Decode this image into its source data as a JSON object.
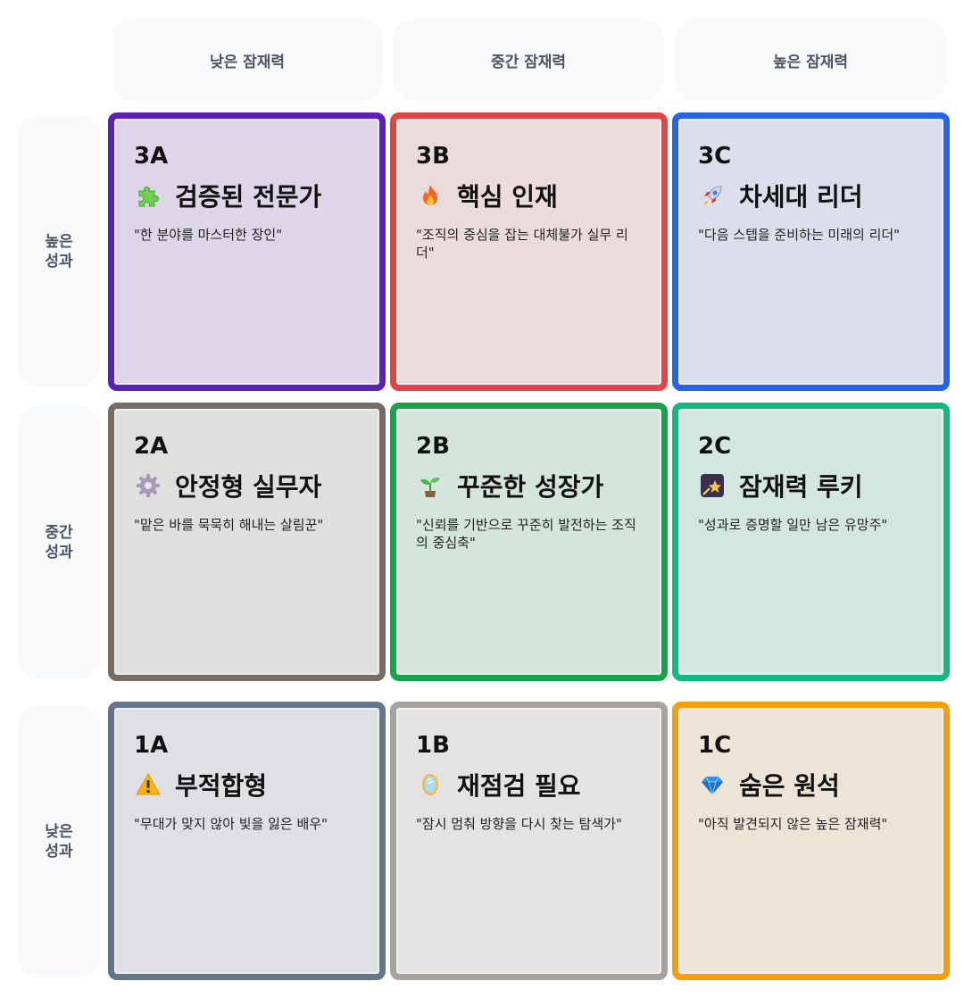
{
  "columns": [
    "낮은 잠재력",
    "중간 잠재력",
    "높은 잠재력"
  ],
  "rows": [
    {
      "label": "높은 성과"
    },
    {
      "label": "중간 성과"
    },
    {
      "label": "낮은 성과"
    }
  ],
  "cells": [
    {
      "code": "3A",
      "emoji": "puzzle-icon",
      "title": "검증된 전문가",
      "desc": "\"한 분야를 마스터한 장인\"",
      "border": "#5b21b6",
      "bg": "#ddd6e9"
    },
    {
      "code": "3B",
      "emoji": "fire-icon",
      "title": "핵심 인재",
      "desc": "\"조직의 중심을 잡는 대체불가 실무 리더\"",
      "border": "#e04444",
      "bg": "#ebdbdb"
    },
    {
      "code": "3C",
      "emoji": "rocket-icon",
      "title": "차세대 리더",
      "desc": "\"다음 스텝을 준비하는 미래의 리더\"",
      "border": "#2563eb",
      "bg": "#dadfeb"
    },
    {
      "code": "2A",
      "emoji": "gear-icon",
      "title": "안정형 실무자",
      "desc": "\"맡은 바를 묵묵히 해내는 살림꾼\"",
      "border": "#756d66",
      "bg": "#dfdfdd"
    },
    {
      "code": "2B",
      "emoji": "seedling-icon",
      "title": "꾸준한 성장가",
      "desc": "\"신뢰를 기반으로 꾸준히 발전하는 조직의 중심축\"",
      "border": "#16a34a",
      "bg": "#d4e5dc"
    },
    {
      "code": "2C",
      "emoji": "shooting-star-icon",
      "title": "잠재력 루키",
      "desc": "\"성과로 증명할 일만 남은 유망주\"",
      "border": "#10b981",
      "bg": "#d4e6e0"
    },
    {
      "code": "1A",
      "emoji": "warning-icon",
      "title": "부적합형",
      "desc": "\"무대가 맞지 않아 빛을 잃은 배우\"",
      "border": "#64748b",
      "bg": "#dfe0e3"
    },
    {
      "code": "1B",
      "emoji": "mirror-icon",
      "title": "재점검 필요",
      "desc": "\"잠시 멈춰 방향을 다시 찾는 탐색가\"",
      "border": "#a8a29e",
      "bg": "#e4e3e2"
    },
    {
      "code": "1C",
      "emoji": "gem-icon",
      "title": "숨은 원석",
      "desc": "\"아직 발견되지 않은 높은 잠재력\"",
      "border": "#f59e0b",
      "bg": "#ede3d6"
    }
  ]
}
